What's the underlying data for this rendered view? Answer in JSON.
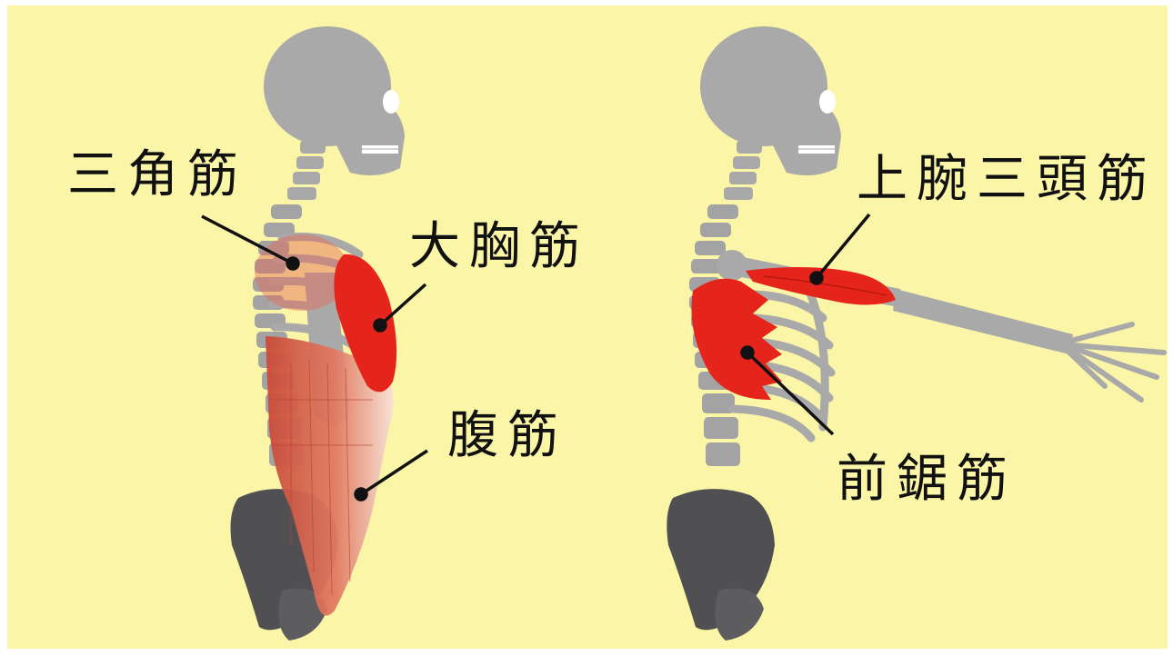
{
  "figure": {
    "panels": [
      {
        "labels": {
          "deltoid": "三角筋",
          "pectoralis_major": "大胸筋",
          "abdominals": "腹筋"
        }
      },
      {
        "labels": {
          "triceps": "上腕三頭筋",
          "serratus_anterior": "前鋸筋"
        }
      }
    ]
  },
  "colors": {
    "background": "#fbf5a8",
    "bone": "#a9a9a9",
    "pelvis": "#505052",
    "muscle_highlight": "#e5241b",
    "muscle_soft": "#d9604c",
    "label_text": "#111111"
  }
}
